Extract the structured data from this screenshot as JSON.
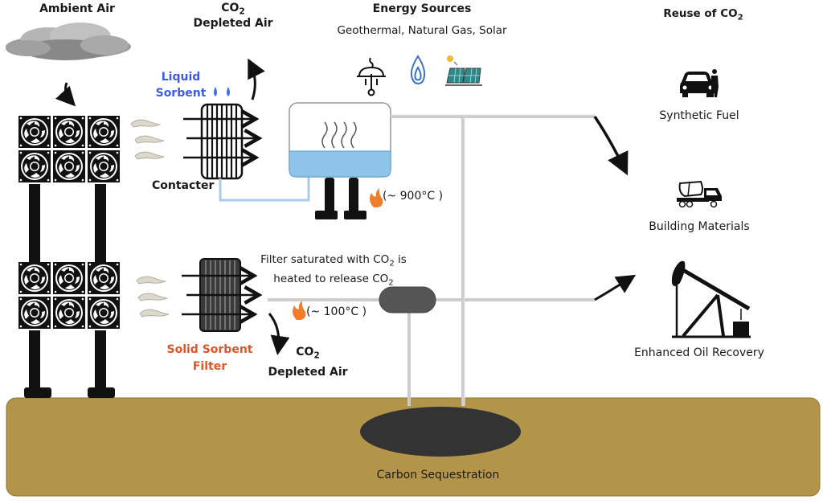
{
  "title_labels": {
    "ambient_air": "Ambient Air",
    "co2_depleted_top_line1": "CO",
    "co2_depleted_top_sub": "2",
    "co2_depleted_top_line2": "Depleted Air",
    "energy_sources_title": "Energy Sources",
    "energy_sources_list": "Geothermal, Natural Gas, Solar",
    "reuse_title": "Reuse of CO",
    "reuse_title_sub": "2"
  },
  "liquid_path": {
    "sorbent_line1": "Liquid",
    "sorbent_line2": "Sorbent",
    "contacter": "Contacter",
    "temperature": "(~ 900°C )"
  },
  "solid_path": {
    "filter_note_line1_a": "Filter saturated with CO",
    "filter_note_line1_sub": "2",
    "filter_note_line1_b": " is",
    "filter_note_line2_a": "heated to release CO",
    "filter_note_line2_sub": "2",
    "temperature": "(~ 100°C )",
    "sorbent_line1": "Solid Sorbent",
    "sorbent_line2": "Filter",
    "depleted_line1": "CO",
    "depleted_sub": "2",
    "depleted_line2": "Depleted Air"
  },
  "reuse_items": [
    {
      "label": "Synthetic Fuel",
      "icon": "car-fuel-icon"
    },
    {
      "label": "Building Materials",
      "icon": "cement-truck-icon"
    },
    {
      "label": "Enhanced Oil Recovery",
      "icon": "oil-pump-icon"
    }
  ],
  "energy_icons": [
    "geothermal-icon",
    "natural-gas-flame-icon",
    "solar-panel-icon"
  ],
  "ground": {
    "label": "Carbon Sequestration"
  },
  "colors": {
    "ground": "#b3954a",
    "reservoir": "#333333",
    "liquid": "#8ec4e8",
    "flame": "#f07d2c",
    "liquid_sorbent_text": "#3d5ae8",
    "solid_sorbent_text": "#e0552a",
    "pipe": "#cccccc"
  }
}
